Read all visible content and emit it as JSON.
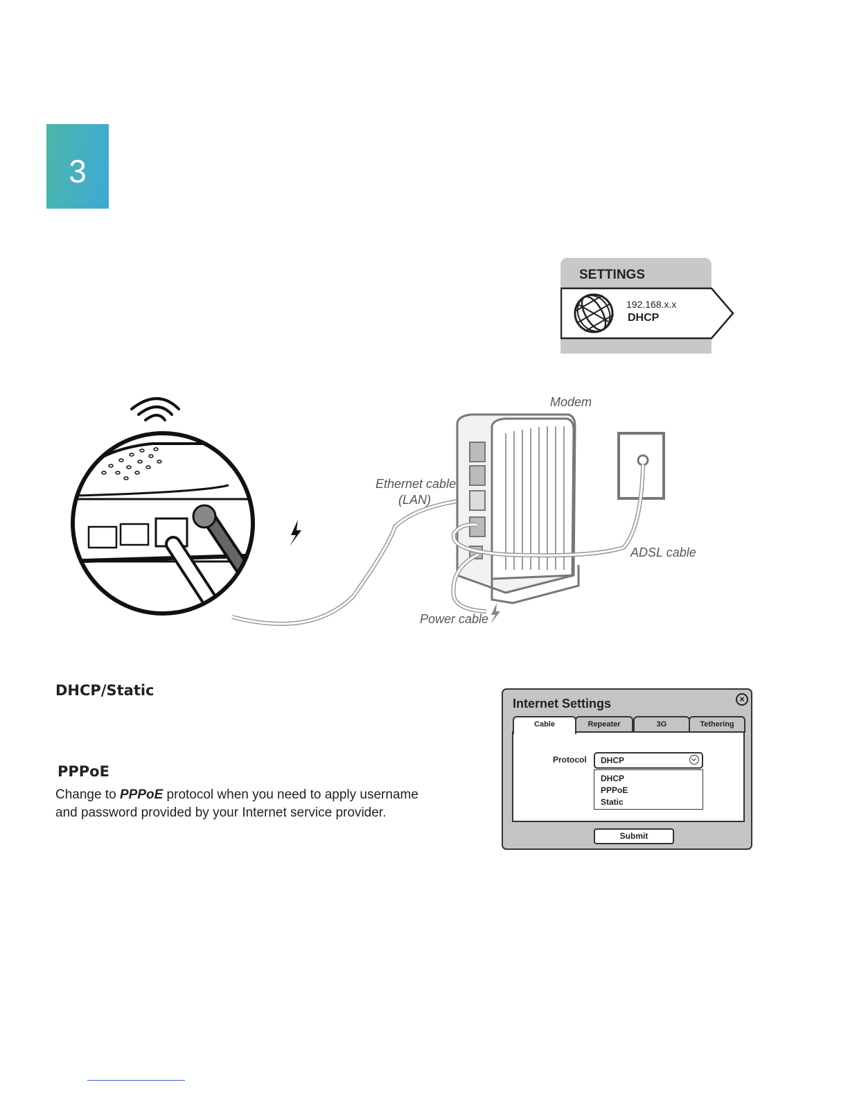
{
  "step": {
    "number": "3"
  },
  "settings_card": {
    "title": "SETTINGS",
    "ip": "192.168.x.x",
    "protocol": "DHCP",
    "icon": "globe-icon"
  },
  "illustration": {
    "labels": {
      "modem": "Modem",
      "ethernet_line1": "Ethernet cable",
      "ethernet_line2": "(LAN)",
      "adsl": "ADSL cable",
      "power": "Power cable"
    },
    "icons": [
      "wifi-icon",
      "lightning-icon"
    ]
  },
  "sections": {
    "dhcp_static": {
      "heading": "DHCP/Static"
    },
    "pppoe": {
      "heading": "PPPoE",
      "text_before": "Change to ",
      "text_emphasis": "PPPoE",
      "text_after": " protocol when you need to apply username and password provided by your Internet service provider."
    }
  },
  "dialog": {
    "title": "Internet Settings",
    "close_icon": "close-icon",
    "tabs": [
      {
        "label": "Cable",
        "active": true
      },
      {
        "label": "Repeater",
        "active": false
      },
      {
        "label": "3G",
        "active": false
      },
      {
        "label": "Tethering",
        "active": false
      }
    ],
    "protocol_label": "Protocol",
    "protocol_value": "DHCP",
    "options": [
      "DHCP",
      "PPPoE",
      "Static"
    ],
    "submit_label": "Submit"
  },
  "colors": {
    "badge_start": "#4bb7a8",
    "badge_end": "#3fa9d6",
    "panel_gray": "#c4c4c4"
  }
}
